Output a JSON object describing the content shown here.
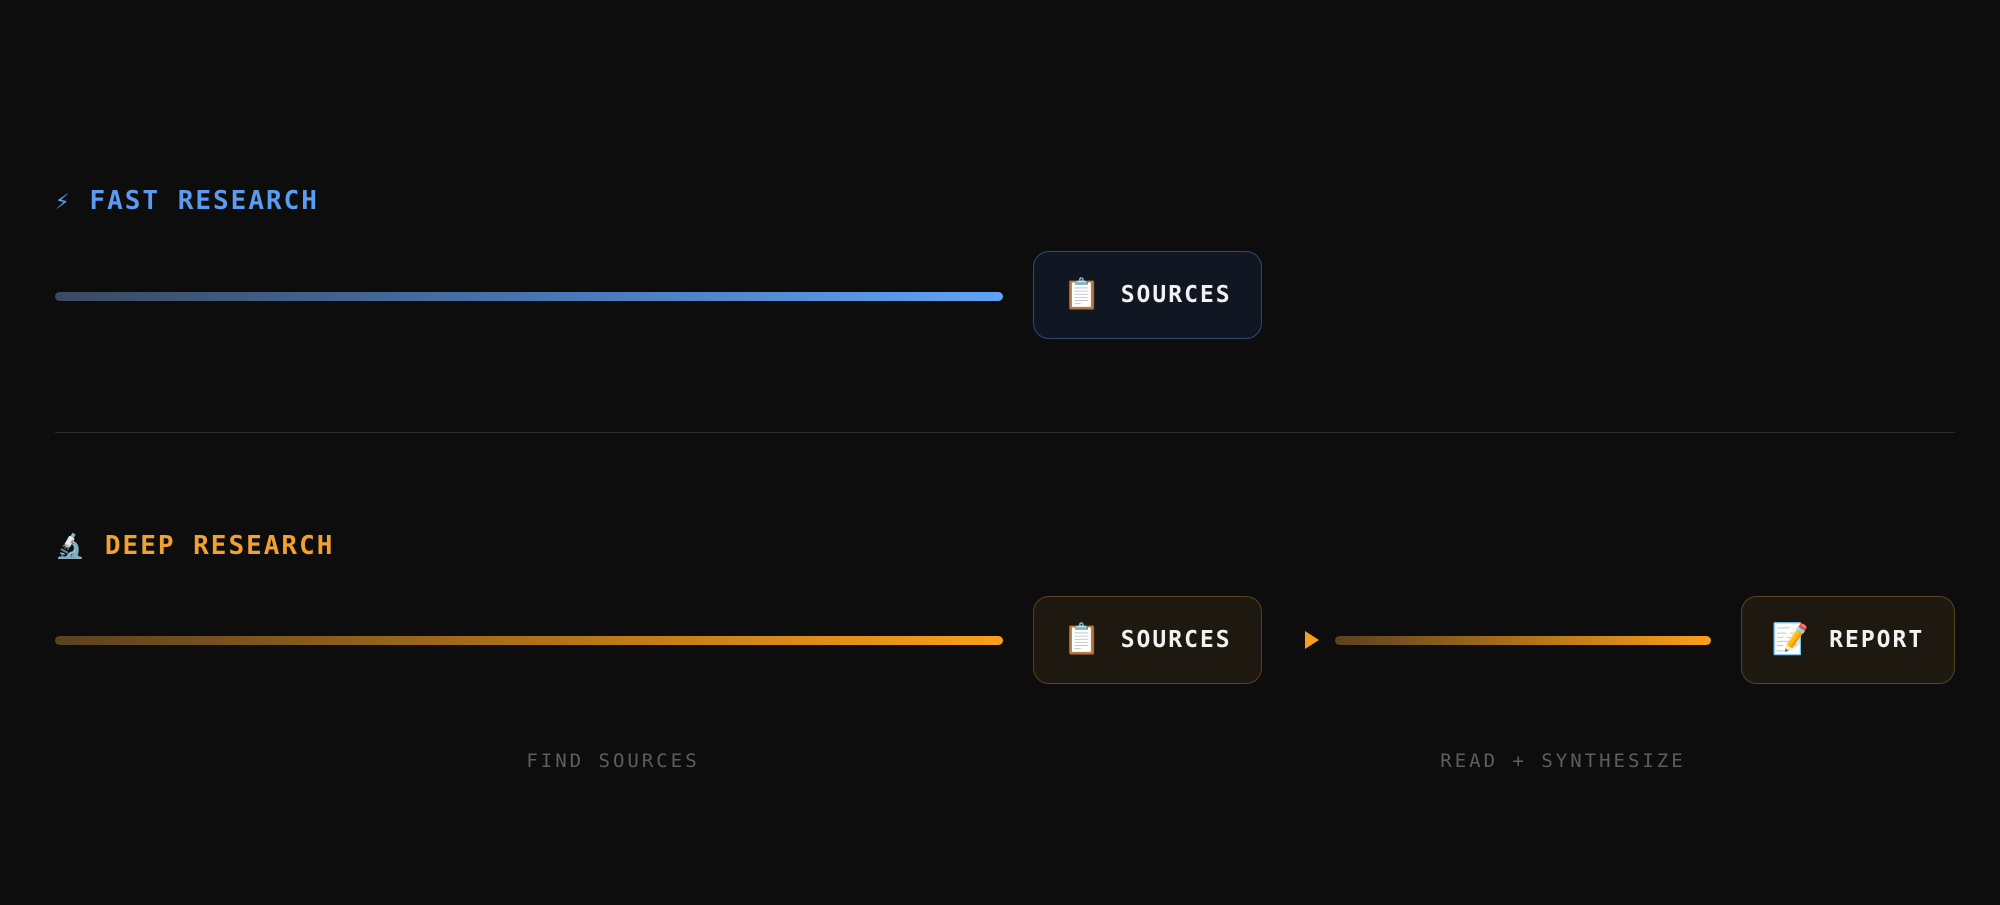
{
  "fast": {
    "title": "FAST RESEARCH",
    "icon": "⚡",
    "icon_name": "lightning-icon",
    "accent": "#5b9bf0",
    "nodes": [
      {
        "label": "SOURCES",
        "icon": "📋",
        "icon_name": "clipboard-icon"
      }
    ]
  },
  "deep": {
    "title": "DEEP RESEARCH",
    "icon": "🔬",
    "icon_name": "microscope-icon",
    "accent": "#f0a12e",
    "nodes": [
      {
        "label": "SOURCES",
        "icon": "📋",
        "icon_name": "clipboard-icon"
      },
      {
        "label": "REPORT",
        "icon": "📝",
        "icon_name": "memo-icon"
      }
    ],
    "stages": [
      "FIND SOURCES",
      "READ + SYNTHESIZE"
    ]
  },
  "colors": {
    "background": "#0d0d0d",
    "fast_accent": "#5fa3f7",
    "deep_accent": "#fa9f1a",
    "stage_label": "#5e5e5e"
  }
}
